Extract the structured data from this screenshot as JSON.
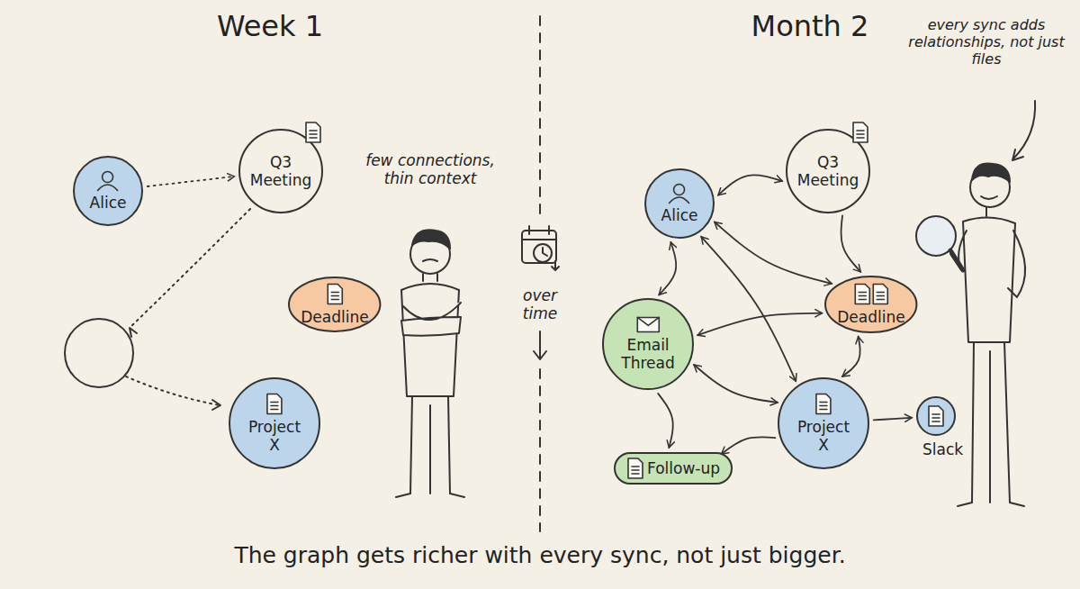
{
  "diagram": {
    "caption": "The graph gets richer with every sync, not just bigger.",
    "nodes": [
      {
        "text": [
          "Alice"
        ]
      },
      {
        "text": [
          "Q3 Meeting"
        ]
      },
      {
        "text": [
          "Deadline"
        ]
      },
      {
        "text": [
          "Project X"
        ]
      },
      {
        "text": [
          "Alice"
        ]
      },
      {
        "text": [
          "Q3 Meeting"
        ]
      },
      {
        "text": [
          "Email Thread"
        ]
      },
      {
        "text": [
          "Deadline"
        ]
      },
      {
        "text": [
          "Project X"
        ]
      },
      {
        "text": [
          "Follow-up"
        ]
      },
      {
        "text": [
          "Slack"
        ]
      }
    ],
    "edges": [
      {
        "from": 0,
        "to": 1,
        "arrow": "to"
      },
      {
        "from": 4,
        "to": 5,
        "arrow": "both"
      },
      {
        "from": 5,
        "to": 7,
        "arrow": "to"
      },
      {
        "from": 4,
        "to": 7,
        "arrow": "both"
      },
      {
        "from": 4,
        "to": 8,
        "arrow": "both"
      },
      {
        "from": 6,
        "to": 4,
        "arrow": "both"
      },
      {
        "from": 6,
        "to": 7,
        "arrow": "both"
      },
      {
        "from": 6,
        "to": 8,
        "arrow": "both"
      },
      {
        "from": 6,
        "to": 9,
        "arrow": "to"
      },
      {
        "from": 8,
        "to": 9,
        "arrow": "to"
      },
      {
        "from": 8,
        "to": 10,
        "arrow": "to"
      },
      {
        "from": 8,
        "to": 7,
        "arrow": "both"
      }
    ],
    "labels": [
      "Week 1",
      "Month 2",
      "few connections, thin context",
      "over time",
      "every sync adds relationships, not just files"
    ]
  }
}
